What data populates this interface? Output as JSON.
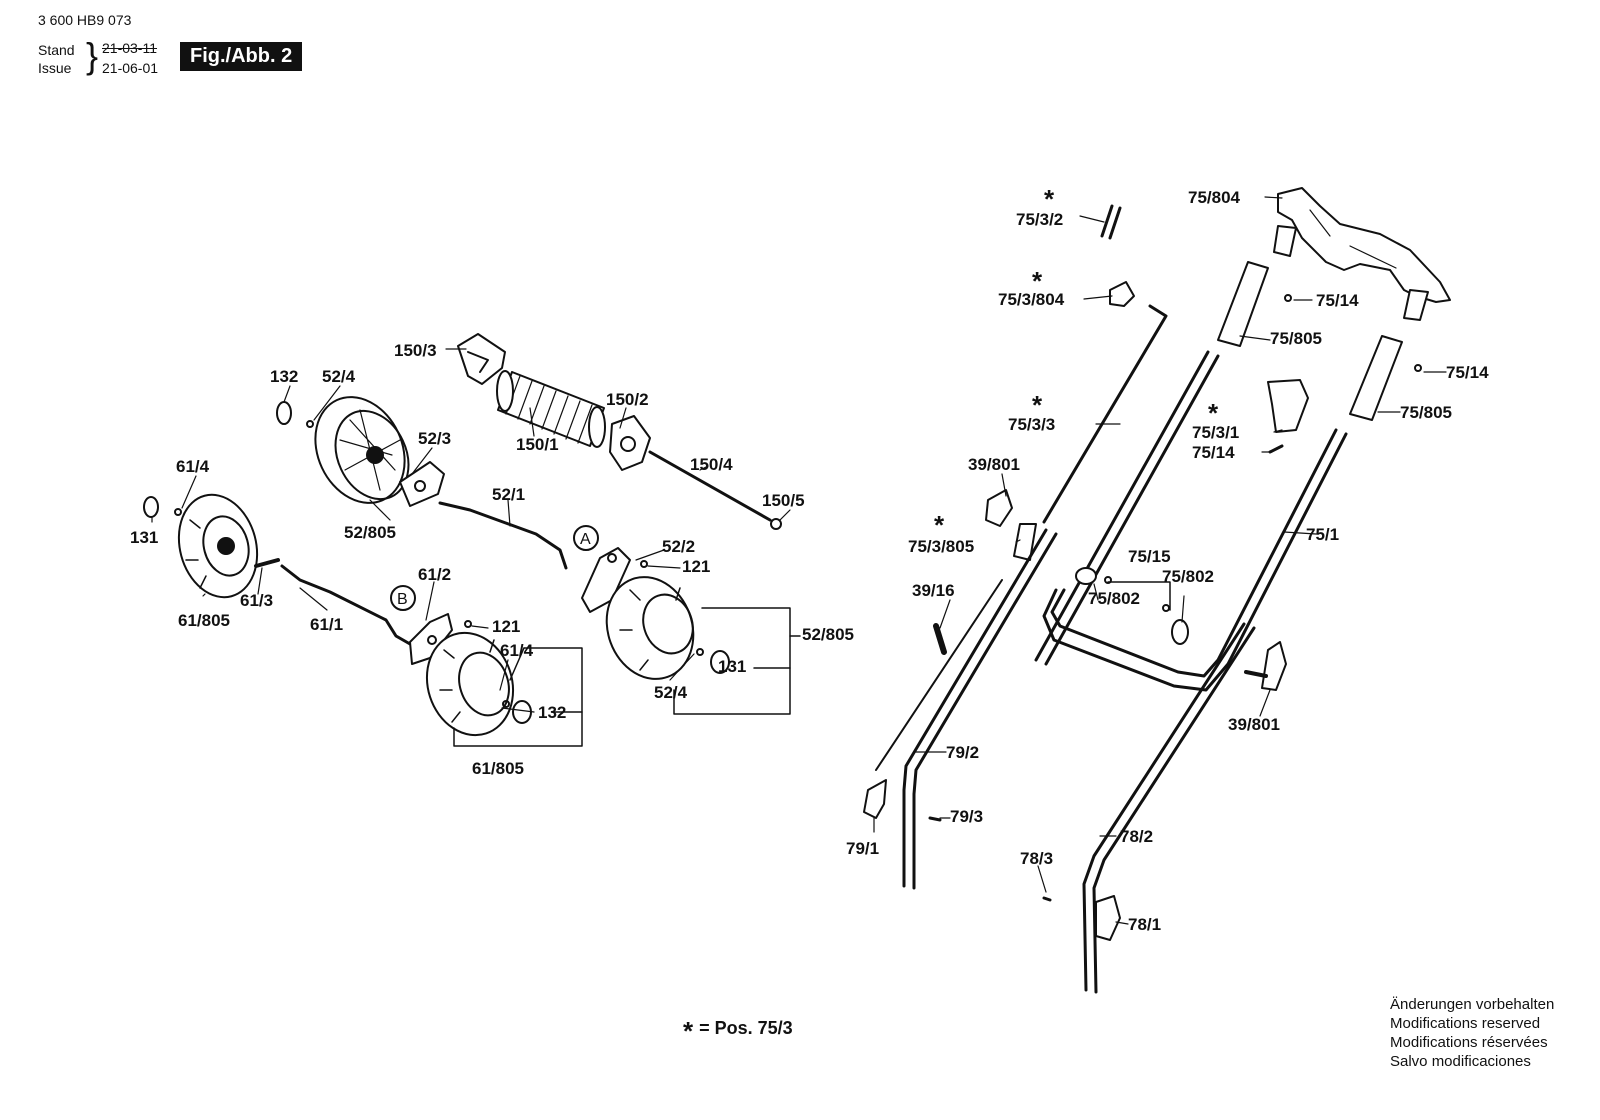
{
  "header": {
    "doc_number": "3 600 HB9 073",
    "stand_label": "Stand",
    "issue_label": "Issue",
    "stand_date": "21-03-11",
    "issue_date": "21-06-01",
    "figure_badge": "Fig./Abb. 2"
  },
  "labels": {
    "p150_3": "150/3",
    "p132_top": "132",
    "p52_4_top": "52/4",
    "p150_2": "150/2",
    "p52_3": "52/3",
    "p150_1": "150/1",
    "p150_4": "150/4",
    "p61_4_top": "61/4",
    "p52_1": "52/1",
    "p150_5": "150/5",
    "p131_left": "131",
    "p52_805_left": "52/805",
    "p52_2": "52/2",
    "p121_a": "121",
    "p61_2": "61/2",
    "p61_3": "61/3",
    "p121_b": "121",
    "p61_805_left": "61/805",
    "p61_1": "61/1",
    "p52_805_right": "52/805",
    "p61_4_bottom": "61/4",
    "p131_right": "131",
    "p52_4_bottom": "52/4",
    "p132_bottom": "132",
    "p61_805_bottom": "61/805",
    "circle_a": "A",
    "circle_b": "B",
    "p75_3_2": "75/3/2",
    "p75_804": "75/804",
    "p75_3_804": "75/3/804",
    "p75_14_a": "75/14",
    "p75_805_a": "75/805",
    "p75_14_b": "75/14",
    "p75_3_3": "75/3/3",
    "p75_3_1": "75/3/1",
    "p75_805_b": "75/805",
    "p75_14_c": "75/14",
    "p39_801_top": "39/801",
    "p75_1": "75/1",
    "p75_3_805": "75/3/805",
    "p75_15": "75/15",
    "p39_16": "39/16",
    "p75_802_a": "75/802",
    "p75_802_b": "75/802",
    "p39_801_bottom": "39/801",
    "p79_2": "79/2",
    "p79_3": "79/3",
    "p79_1": "79/1",
    "p78_3": "78/3",
    "p78_2": "78/2",
    "p78_1": "78/1",
    "asterisk": "*"
  },
  "footnote": {
    "star": "*",
    "text": "= Pos.  75/3"
  },
  "notes": [
    "Änderungen vorbehalten",
    "Modifications reserved",
    "Modifications réservées",
    "Salvo modificaciones"
  ]
}
